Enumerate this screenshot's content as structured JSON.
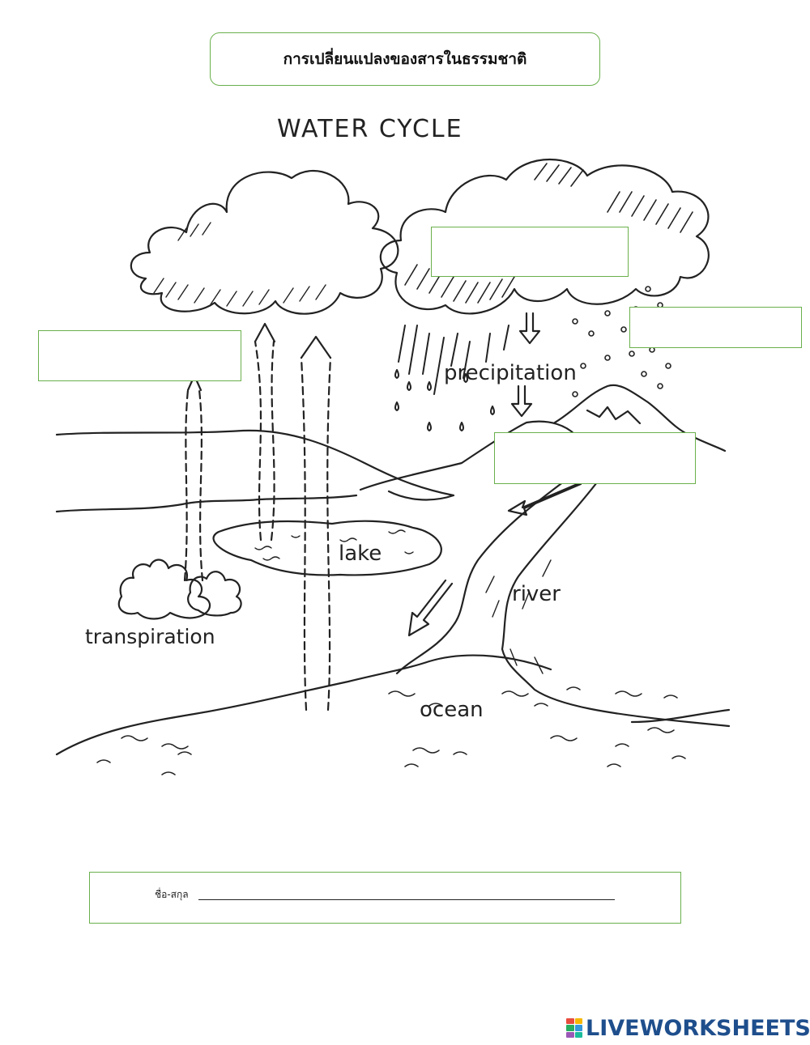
{
  "header": {
    "title": "การเปลี่ยนแปลงของสารในธรรมชาติ"
  },
  "diagram": {
    "heading": "WATER CYCLE",
    "labels": {
      "precipitation": "precipitation",
      "lake": "lake",
      "river": "river",
      "transpiration": "transpiration",
      "ocean": "ocean"
    }
  },
  "answer_boxes": [
    {
      "id": "cloud-condensation",
      "value": ""
    },
    {
      "id": "snow",
      "value": ""
    },
    {
      "id": "evaporation",
      "value": ""
    },
    {
      "id": "runoff",
      "value": ""
    }
  ],
  "footer": {
    "name_label": "ชื่อ-สกุล"
  },
  "brand": {
    "name": "LIVEWORKSHEETS",
    "logo_colors": [
      "#e84c3d",
      "#f5b700",
      "#27ae60",
      "#3498db",
      "#9b59b6",
      "#1abc9c"
    ]
  },
  "colors": {
    "box_border": "#6ab04c",
    "brand_text": "#1e4e8c"
  }
}
